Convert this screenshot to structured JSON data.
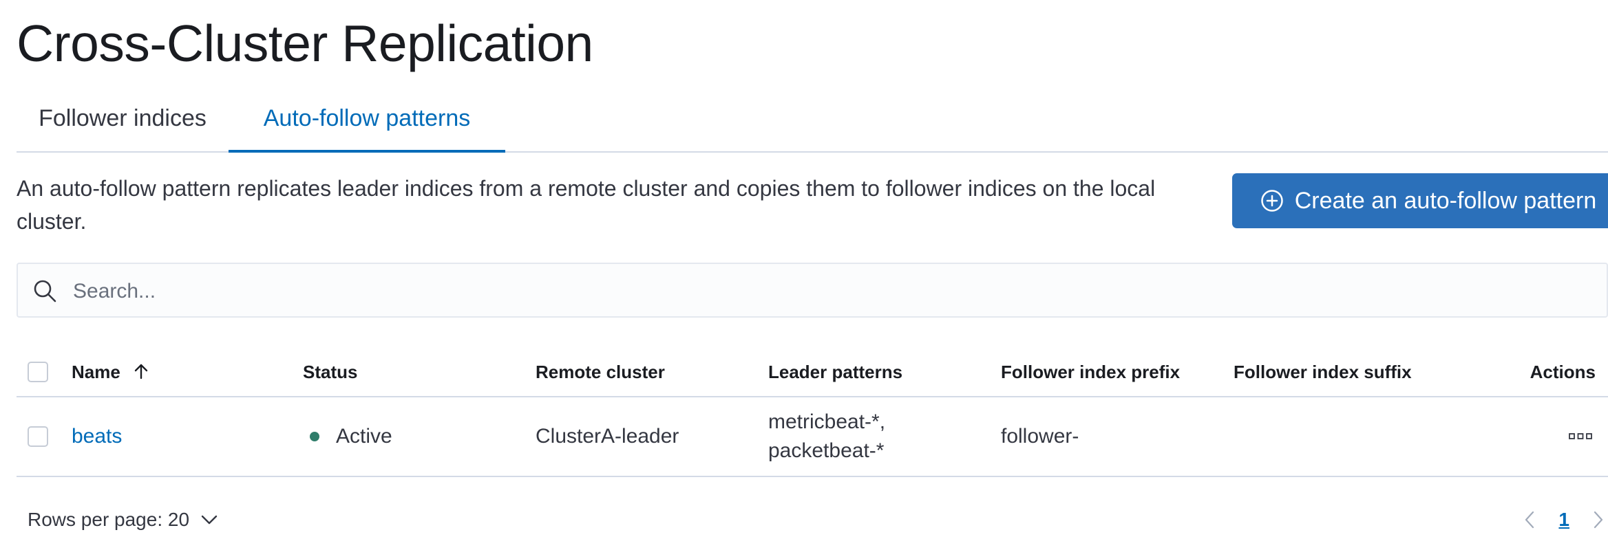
{
  "page": {
    "title": "Cross-Cluster Replication"
  },
  "tabs": [
    {
      "label": "Follower indices",
      "selected": false
    },
    {
      "label": "Auto-follow patterns",
      "selected": true
    }
  ],
  "description": "An auto-follow pattern replicates leader indices from a remote cluster and copies them to follower indices on the local cluster.",
  "create_button": {
    "label": "Create an auto-follow pattern",
    "icon": "plus-in-circle-icon"
  },
  "search": {
    "placeholder": "Search...",
    "value": "",
    "icon": "search-icon"
  },
  "table": {
    "columns": [
      "Name",
      "Status",
      "Remote cluster",
      "Leader patterns",
      "Follower index prefix",
      "Follower index suffix",
      "Actions"
    ],
    "sort_column": "Name",
    "sort_direction": "ascending",
    "rows": [
      {
        "name": "beats",
        "status": "Active",
        "remote_cluster": "ClusterA-leader",
        "leader_patterns": [
          "metricbeat-*,",
          "packetbeat-*"
        ],
        "follower_index_prefix": "follower-",
        "follower_index_suffix": ""
      }
    ]
  },
  "pagination": {
    "rows_per_page_label": "Rows per page: 20",
    "current_page": "1"
  },
  "colors": {
    "accent": "#006bb8",
    "button": "#2b70ba",
    "status_active": "#2f7d6a",
    "border": "#d3dae6"
  }
}
